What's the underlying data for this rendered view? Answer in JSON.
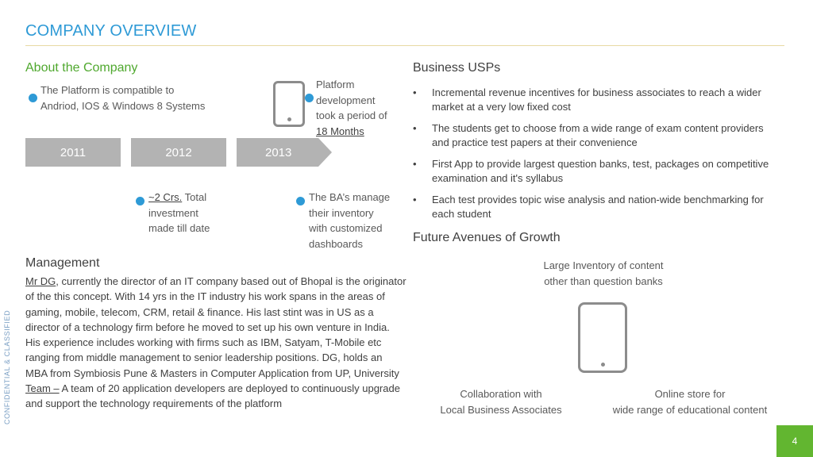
{
  "title": "COMPANY OVERVIEW",
  "about": {
    "heading": "About the Company",
    "compat_line1": "The Platform is compatible to",
    "compat_line2": "Andriod, IOS & Windows 8 Systems",
    "dev_line1": "Platform",
    "dev_line2": "development",
    "dev_line3": "took a period of",
    "dev_line4": "18 Months",
    "timeline": [
      "2011",
      "2012",
      "2013"
    ],
    "invest_highlight": "~2 Crs.",
    "invest_line1_rest": " Total",
    "invest_line2": "investment",
    "invest_line3": "made till date",
    "ba_line1": "The BA’s manage",
    "ba_line2": "their inventory",
    "ba_line3": "with customized",
    "ba_line4": "dashboards"
  },
  "usps": {
    "heading": "Business USPs",
    "items": [
      "Incremental revenue incentives for business associates to reach a wider market at a very low fixed cost",
      "The students get to choose from a wide range of exam content providers and practice test papers at their convenience",
      "First App to provide largest question banks, test, packages on competitive examination and it's syllabus",
      "Each test provides topic wise analysis and nation-wide benchmarking for each student"
    ]
  },
  "growth": {
    "heading": "Future Avenues of Growth",
    "top_line1": "Large Inventory of content",
    "top_line2": "other than question banks",
    "left_line1": "Collaboration with",
    "left_line2": "Local Business Associates",
    "right_line1": "Online store for",
    "right_line2": "wide range of educational content"
  },
  "management": {
    "heading": "Management",
    "mr_name": "Mr DG",
    "mr_text": ", currently the director of an IT company based out of Bhopal is the originator of the this concept. With 14 yrs in the IT industry his work spans in the areas of gaming, mobile, telecom, CRM, retail & finance. His last stint was in US as a director of a technology firm before he moved to set up his own venture in India. His experience includes working with firms such as IBM, Satyam, T-Mobile etc ranging from middle management to senior leadership positions. DG, holds an MBA from Symbiosis Pune & Masters in Computer Application from UP, University",
    "team_label": "Team –",
    "team_text": " A team of 20 application developers are deployed to continuously upgrade and support the technology requirements of the platform"
  },
  "side_label": "CONFIDENTIAL & CLASSIFIED",
  "page_number": "4"
}
